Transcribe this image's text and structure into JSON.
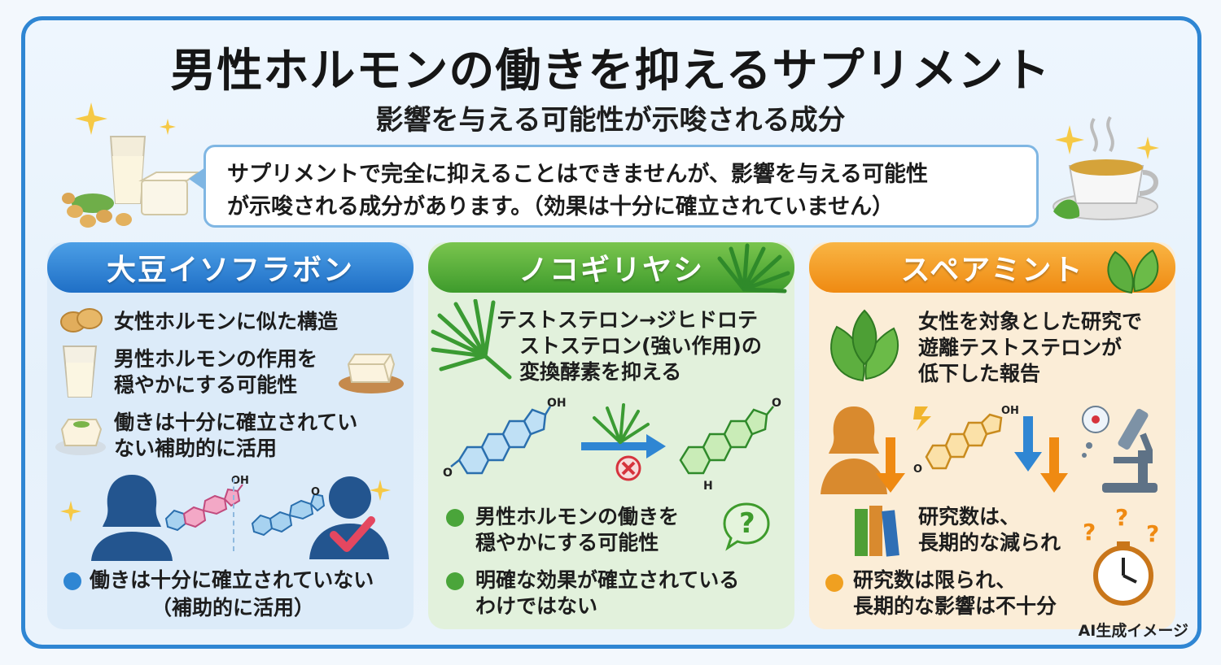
{
  "header": {
    "title": "男性ホルモンの働きを抑えるサプリメント",
    "subtitle": "影響を与える可能性が示唆される成分"
  },
  "intro": {
    "line1": "サプリメントで完全に抑えることはできませんが、影響を与える可能性",
    "line2": "が示唆される成分があります。（効果は十分に確立されていません）"
  },
  "panels": {
    "soy": {
      "title": "大豆イソフラボン",
      "item1": "女性ホルモンに似た構造",
      "item2_line1": "男性ホルモンの作用を",
      "item2_line2": "穏やかにする可能性",
      "item3_line1": "働きは十分に確立されてい",
      "item3_line2": "ない補助的に活用",
      "molecule_label_oh": "OH",
      "molecule_label_o": "O",
      "summary_line1": "働きは十分に確立されていない",
      "summary_line2": "（補助的に活用）"
    },
    "saw_palmetto": {
      "title": "ノコギリヤシ",
      "desc_line1": "テストステロン→ジヒドロテ",
      "desc_line2": "ストステロン(強い作用)の",
      "desc_line3": "変換酵素を抑える",
      "label_oh": "OH",
      "label_o": "O",
      "label_h": "H",
      "point1_line1": "男性ホルモンの働きを",
      "point1_line2": "穏やかにする可能性",
      "point2_line1": "明確な効果が確立されている",
      "point2_line2": "わけではない",
      "question_mark": "?"
    },
    "spearmint": {
      "title": "スペアミント",
      "desc_line1": "女性を対象とした研究で",
      "desc_line2": "遊離テストステロンが",
      "desc_line3": "低下した報告",
      "label_oh": "OH",
      "label_o": "O",
      "note_line1": "研究数は、",
      "note_line2": "長期的な減られ",
      "summary_line1": "研究数は限られ、",
      "summary_line2": "長期的な影響は不十分",
      "question_mark": "?"
    }
  },
  "footer": {
    "credit": "AI生成イメージ"
  },
  "colors": {
    "frame": "#2f86d3",
    "blue": "#1f6fc6",
    "green": "#3e9b2c",
    "orange": "#ef8a12"
  }
}
